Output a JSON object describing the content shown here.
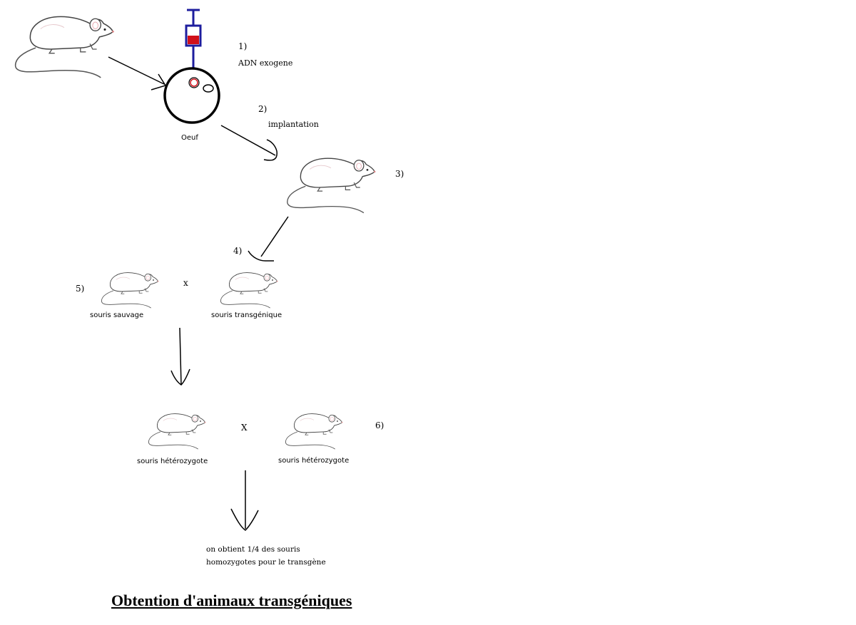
{
  "steps": {
    "s1": "1)",
    "s2": "2)",
    "s3": "3)",
    "s4": "4)",
    "s5": "5)",
    "s6": "6)"
  },
  "labels": {
    "adn": "ADN exogene",
    "implantation": "implantation",
    "oeuf": "Oeuf",
    "souris_sauvage": "souris sauvage",
    "souris_transgenique": "souris transgénique",
    "souris_heterozygote_left": "souris hétérozygote",
    "souris_heterozygote_right": "souris hétérozygote",
    "cross_1": "x",
    "cross_2": "X"
  },
  "result": {
    "line1": "on obtient 1/4 des souris",
    "line2": "homozygotes pour le transgène"
  },
  "title": "Obtention d'animaux transgéniques",
  "colors": {
    "syringe": "#1d1d9e",
    "syringe_fluid": "#d0101a",
    "outline": "#000000"
  }
}
